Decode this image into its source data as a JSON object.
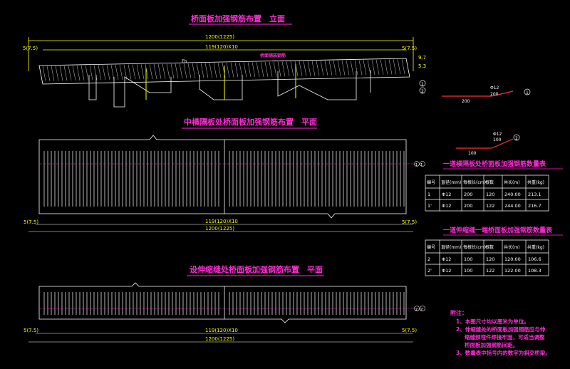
{
  "titles": {
    "elevation": "桥面板加强钢筋布置　立面",
    "mid_plan": "中横隔板处桥面板加强钢筋布置　平面",
    "joint_plan": "设伸缩缝处桥面板加强钢筋布置　平面"
  },
  "dims": {
    "total": "1200(1225)",
    "spacing": "119(120)X10",
    "edge": "5(7.5)",
    "gap_small": "5",
    "side_a": "9.7",
    "side_b": "5.3",
    "len_200": "200",
    "len_100": "100",
    "bar_a_spec": "Φ12",
    "bar_a_len": "200",
    "bar_b_spec": "Φ12",
    "bar_b_len": "100",
    "bar_a_no": "1",
    "bar_b_no": "2",
    "elev_marks": [
      "1",
      "2"
    ],
    "plan1_marks": [
      "1",
      "1'"
    ],
    "plan2_marks": [
      "2",
      "2'"
    ],
    "elev_note": "桥面铺装钢筋",
    "elev_label": "Fh"
  },
  "table1": {
    "title": "一道横隔板处桥面板加强钢筋数量表",
    "headers": [
      "编号",
      "直径(mm)",
      "每根长(cm)",
      "根数",
      "共长(m)",
      "共重(kg)"
    ],
    "rows": [
      [
        "1",
        "Φ12",
        "200",
        "120",
        "240.00",
        "213.1"
      ],
      [
        "1'",
        "Φ12",
        "200",
        "122",
        "244.00",
        "216.7"
      ]
    ]
  },
  "table2": {
    "title": "一道伸缩缝一端桥面板加强钢筋数量表",
    "headers": [
      "编号",
      "直径(mm)",
      "每根长(cm)",
      "根数",
      "共长(m)",
      "共重(kg)"
    ],
    "rows": [
      [
        "2",
        "Φ12",
        "100",
        "120",
        "120.00",
        "106.6"
      ],
      [
        "2'",
        "Φ12",
        "100",
        "122",
        "122.00",
        "108.3"
      ]
    ]
  },
  "notes": {
    "title": "附注：",
    "items": [
      "1、本图尺寸均以厘米为单位。",
      "2、伸缩缝处的桥面板加强钢筋应与伸",
      "缩缝预埋件焊接牢固，可适当调整",
      "桥面板加强钢筋间距。",
      "3、数量表中括号内的数字为斜交桥梁。"
    ]
  }
}
